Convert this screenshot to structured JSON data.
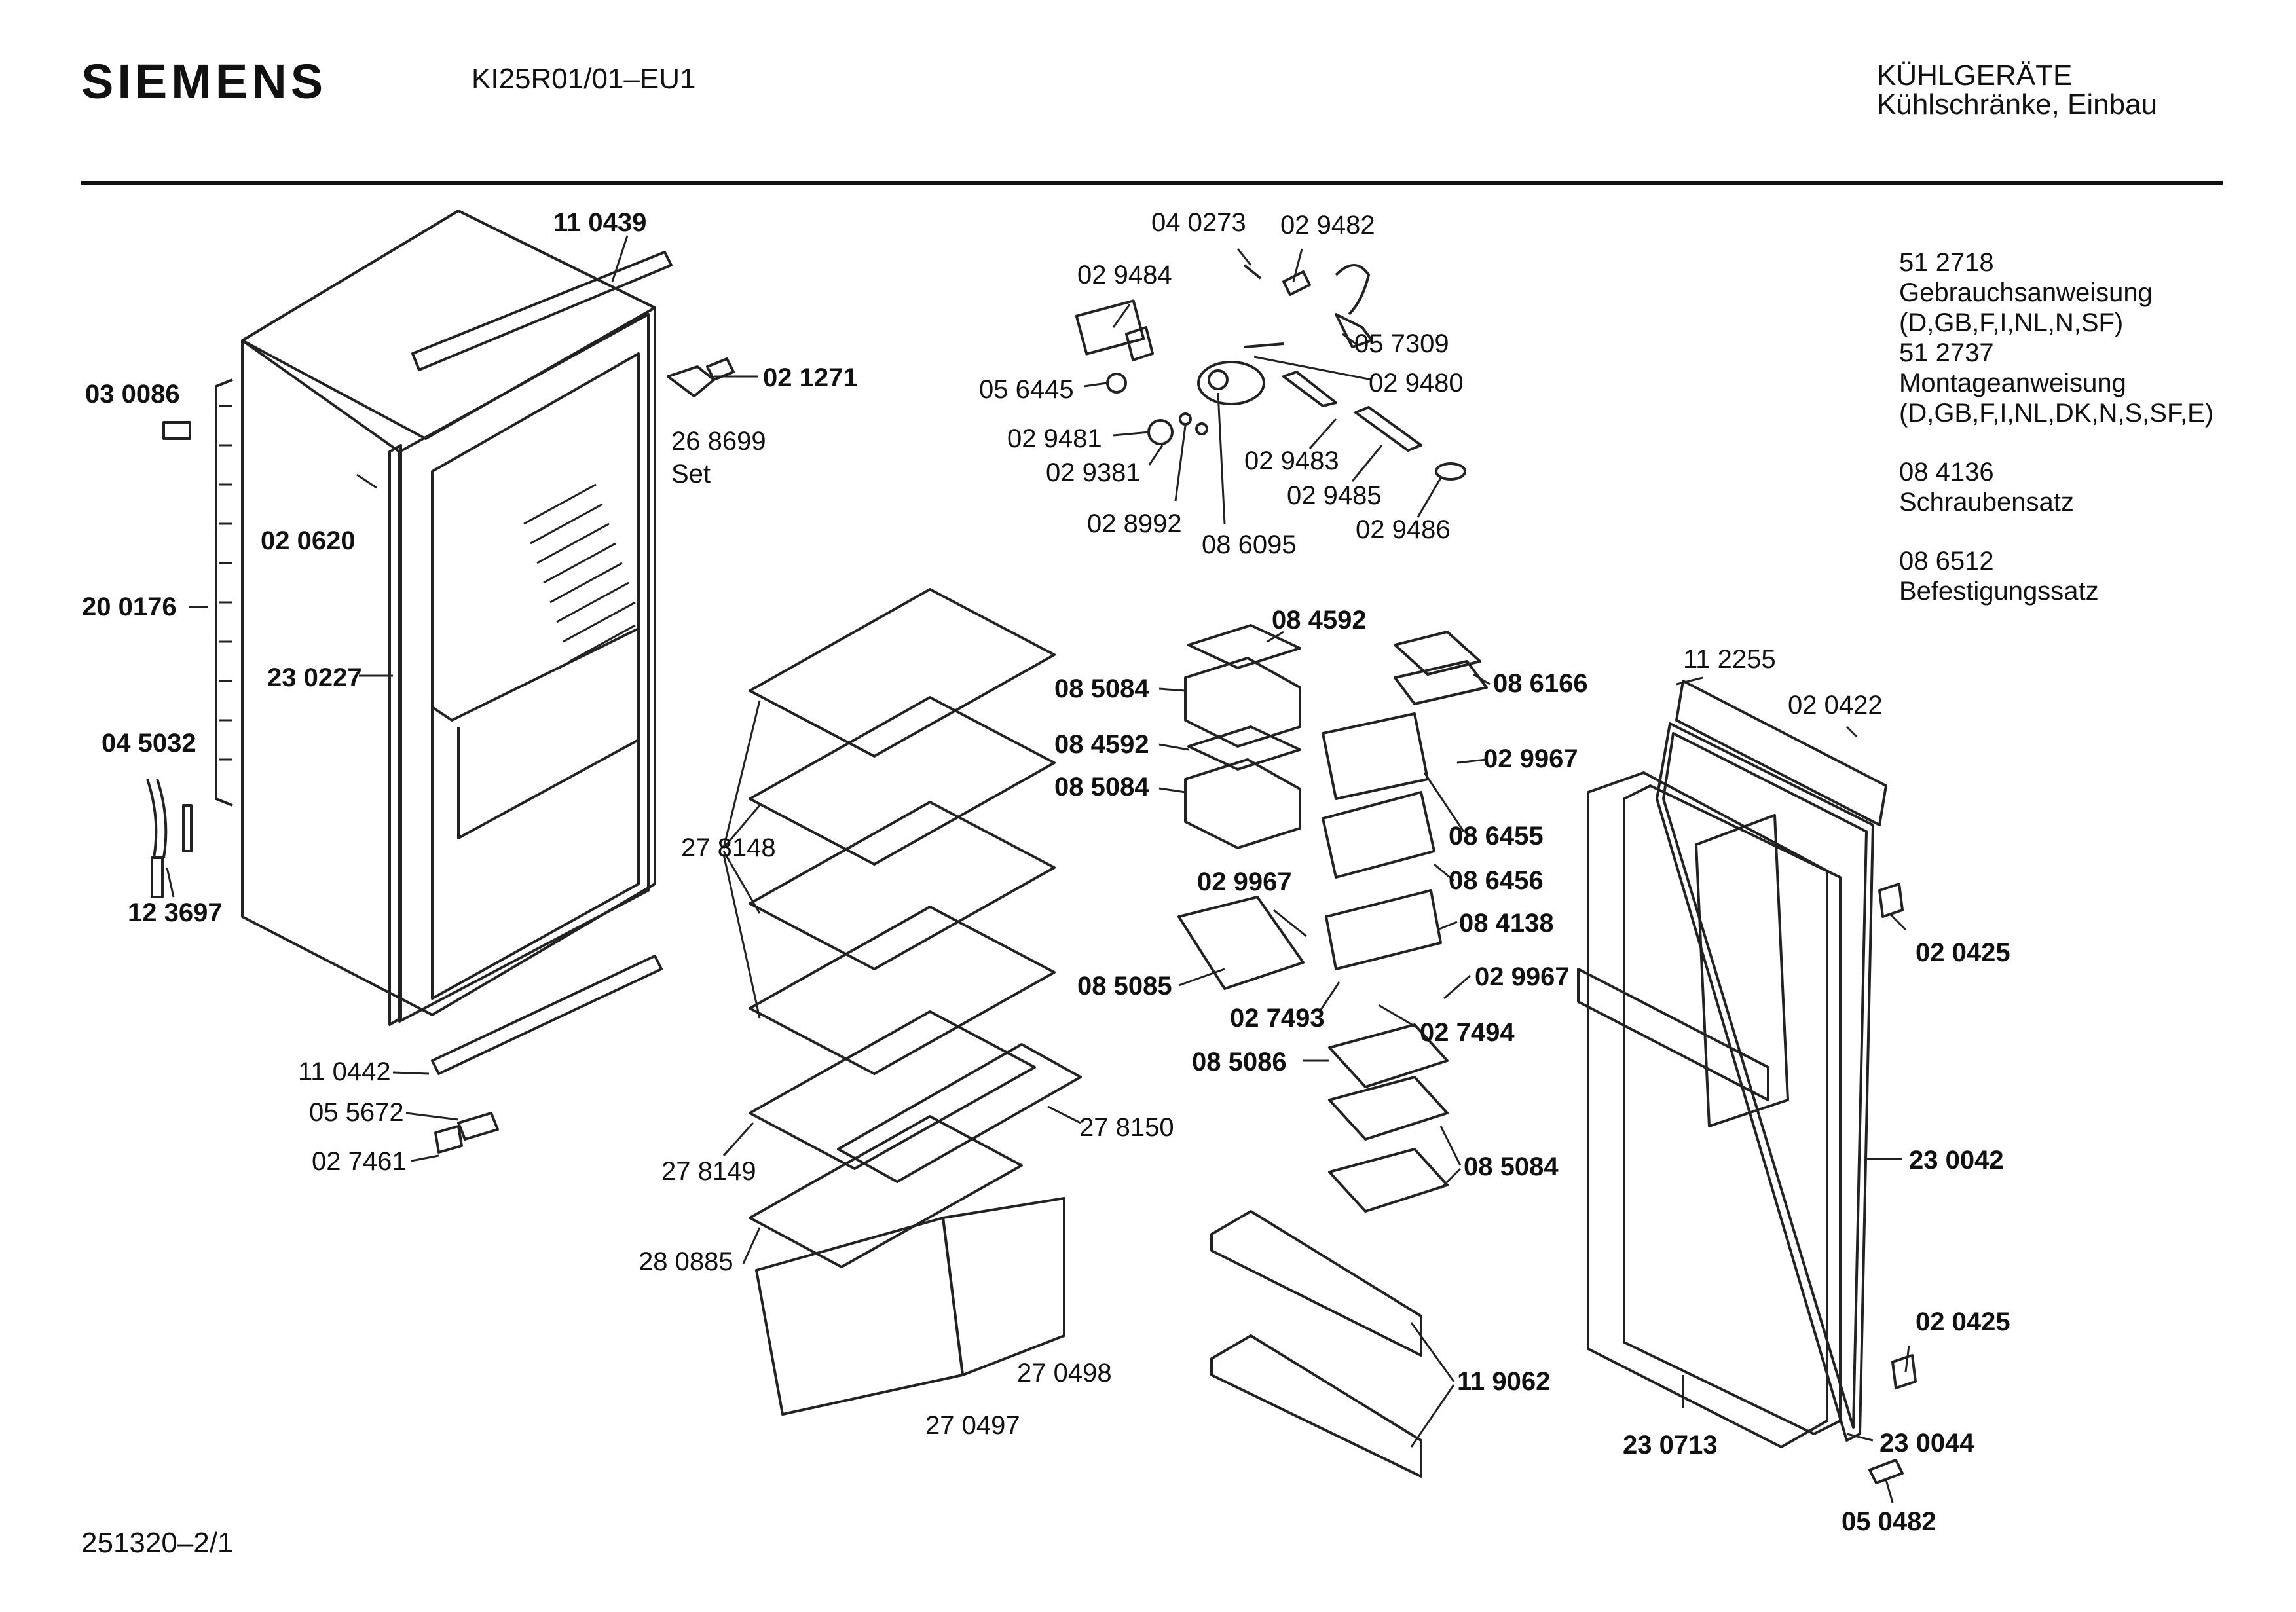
{
  "header": {
    "brand": "SIEMENS",
    "model": "KI25R01/01–EU1",
    "category_line1": "KÜHLGERÄTE",
    "category_line2": "Kühlschränke, Einbau"
  },
  "footer": {
    "drawing_id": "251320–2/1"
  },
  "documents": [
    {
      "number": "51 2718",
      "name": "Gebrauchsanweisung",
      "langs": "(D,GB,F,I,NL,N,SF)"
    },
    {
      "number": "51 2737",
      "name": "Montageanweisung",
      "langs": "(D,GB,F,I,NL,DK,N,S,SF,E)"
    },
    {
      "number": "08 4136",
      "name": "Schraubensatz"
    },
    {
      "number": "08 6512",
      "name": "Befestigungssatz"
    }
  ],
  "parts": {
    "p110439": "11 0439",
    "p030086": "03 0086",
    "p021271": "02 1271",
    "p268699": "26 8699",
    "set": "Set",
    "p020620": "02 0620",
    "p200176": "20 0176",
    "p230227": "23 0227",
    "p045032": "04 5032",
    "p123697": "12 3697",
    "p110442": "11 0442",
    "p055672": "05 5672",
    "p027461": "02 7461",
    "p040273": "04 0273",
    "p029482": "02 9482",
    "p029484": "02 9484",
    "p056445": "05 6445",
    "p057309": "05 7309",
    "p029480": "02 9480",
    "p029481": "02 9481",
    "p029381": "02 9381",
    "p029483": "02 9483",
    "p029485": "02 9485",
    "p028992": "02 8992",
    "p086095": "08 6095",
    "p029486": "02 9486",
    "p084592a": "08 4592",
    "p085084a": "08 5084",
    "p084592b": "08 4592",
    "p085084b": "08 5084",
    "p086166": "08 6166",
    "p029967a": "02 9967",
    "p086455": "08 6455",
    "p086456": "08 6456",
    "p029967b": "02 9967",
    "p084138": "08 4138",
    "p085085": "08 5085",
    "p027493": "02 7493",
    "p029967c": "02 9967",
    "p027494": "02 7494",
    "p085086": "08 5086",
    "p085084c": "08 5084",
    "p119062": "11 9062",
    "p278148": "27 8148",
    "p278150": "27 8150",
    "p278149": "27 8149",
    "p280885": "28 0885",
    "p270498": "27 0498",
    "p270497": "27 0497",
    "p112255": "11 2255",
    "p020422": "02 0422",
    "p020425a": "02 0425",
    "p230042": "23 0042",
    "p020425b": "02 0425",
    "p230713": "23 0713",
    "p230044": "23 0044",
    "p050482": "05 0482"
  }
}
